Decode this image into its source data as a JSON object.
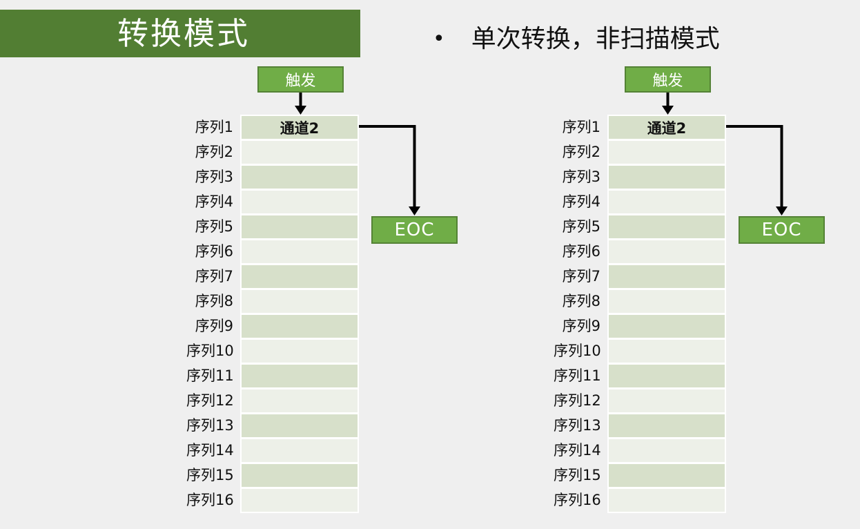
{
  "slide": {
    "title": "转换模式",
    "bullet_glyph": "•",
    "bullet_text": "单次转换，非扫描模式",
    "background_color": "#efefef"
  },
  "diagram": {
    "instances": 2,
    "trigger_label": "触发",
    "channel_label": "通道2",
    "channel_row_index": 0,
    "eoc_label": "EOC",
    "sequence_labels": [
      "序列1",
      "序列2",
      "序列3",
      "序列4",
      "序列5",
      "序列6",
      "序列7",
      "序列8",
      "序列9",
      "序列10",
      "序列11",
      "序列12",
      "序列13",
      "序列14",
      "序列15",
      "序列16"
    ]
  },
  "colors": {
    "title_bar": "#527e33",
    "box_fill": "#70ad47",
    "box_border": "#548235",
    "row_dark": "#d7e0ca",
    "row_light": "#edf0e8",
    "arrow": "#000000",
    "text": "#111111"
  }
}
